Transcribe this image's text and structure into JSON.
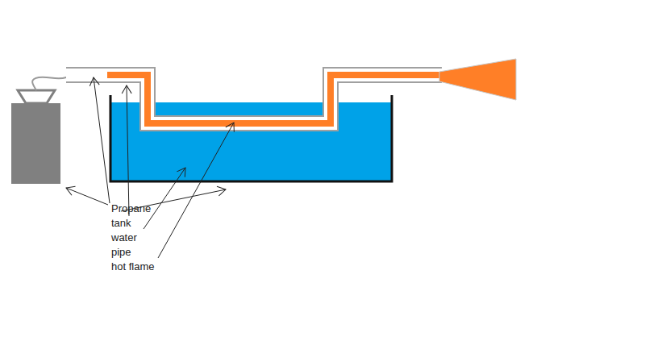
{
  "diagram": {
    "labels": [
      "Propane tank",
      "water",
      "pipe",
      "hot flame"
    ]
  }
}
